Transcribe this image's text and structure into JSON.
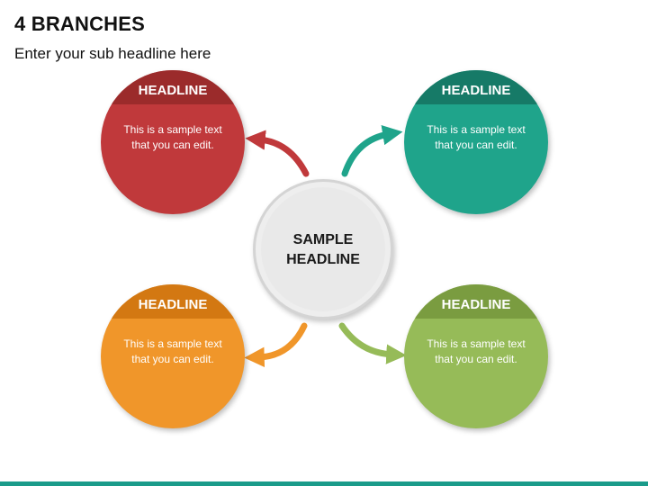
{
  "slide": {
    "title": "4 BRANCHES",
    "subtitle": "Enter your sub headline here"
  },
  "center": {
    "line1": "SAMPLE",
    "line2": "HEADLINE"
  },
  "branches": [
    {
      "headline": "HEADLINE",
      "line1": "This is a sample text",
      "line2": "that you can edit.",
      "color": "#c0393b",
      "band_color": "#9b2b2b"
    },
    {
      "headline": "HEADLINE",
      "line1": "This is a sample text",
      "line2": "that you can edit.",
      "color": "#1fa48b",
      "band_color": "#167a67"
    },
    {
      "headline": "HEADLINE",
      "line1": "This is a sample text",
      "line2": "that you can edit.",
      "color": "#f0962a",
      "band_color": "#d37812"
    },
    {
      "headline": "HEADLINE",
      "line1": "This is a sample text",
      "line2": "that you can edit.",
      "color": "#96bb58",
      "band_color": "#7a9c40"
    }
  ],
  "accent_color": "#1a9b8a"
}
